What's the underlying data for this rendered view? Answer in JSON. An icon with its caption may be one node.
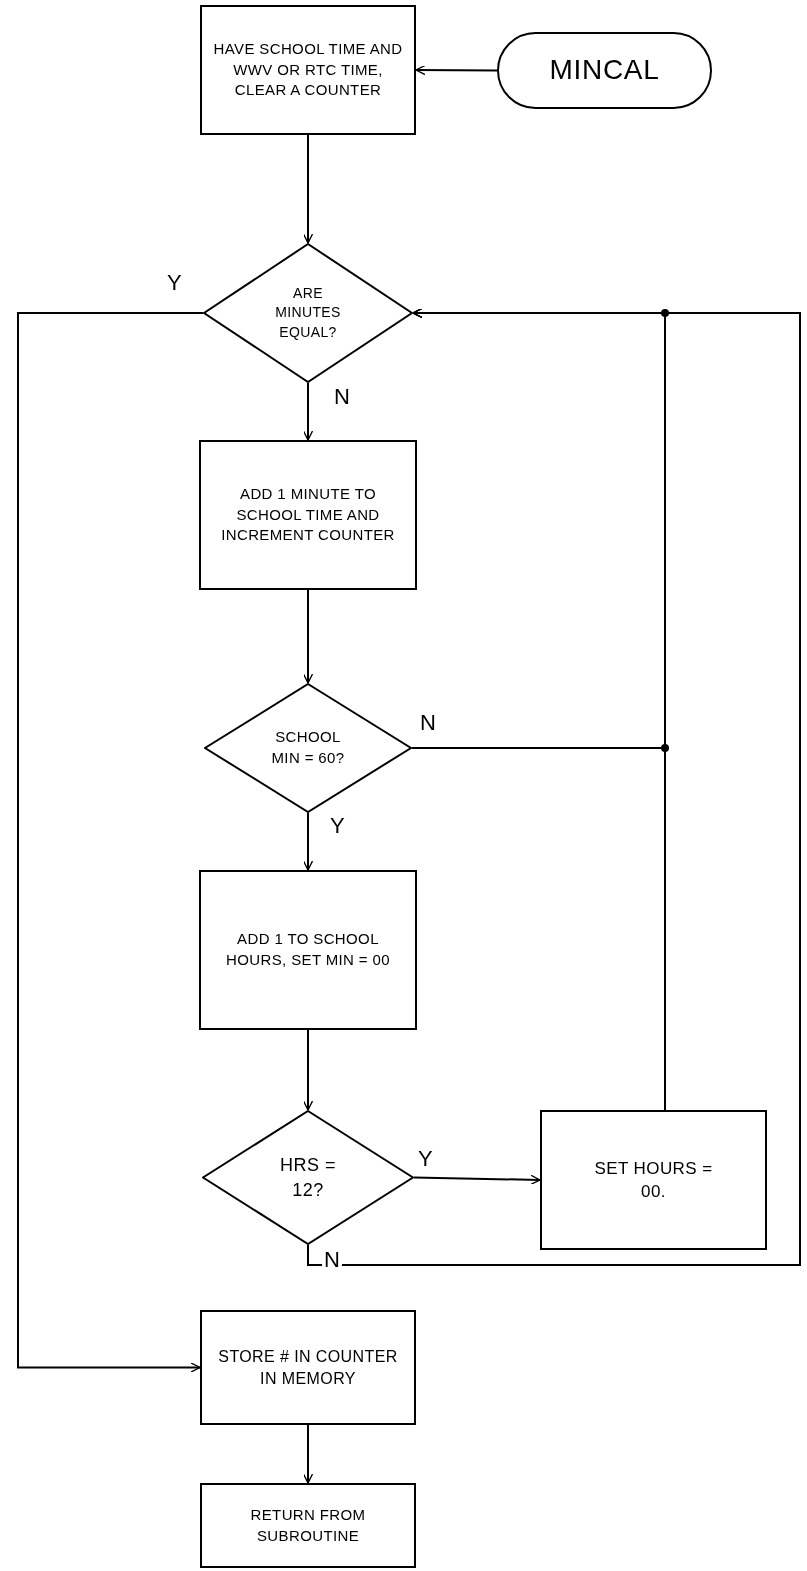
{
  "diagram": {
    "nodes": [
      {
        "text": [
          "HAVE SCHOOL TIME AND WWV OR RTC TIME, CLEAR A COUNTER"
        ]
      },
      {
        "text": [
          "MINCAL"
        ]
      },
      {
        "text": [
          "ARE MINUTES EQUAL?"
        ]
      },
      {
        "text": [
          "ADD 1 MINUTE TO SCHOOL TIME AND INCREMENT COUNTER"
        ]
      },
      {
        "text": [
          "SCHOOL MIN = 60?"
        ]
      },
      {
        "text": [
          "ADD 1 TO SCHOOL HOURS, SET MIN = 00"
        ]
      },
      {
        "text": [
          "HRS = 12?"
        ]
      },
      {
        "text": [
          "SET HOURS = 00."
        ]
      },
      {
        "text": [
          "STORE # IN COUNTER IN MEMORY"
        ]
      },
      {
        "text": [
          "RETURN FROM SUBROUTINE"
        ]
      }
    ],
    "edges": [
      {
        "from": 1,
        "to": 0,
        "arrow": "to"
      },
      {
        "from": 0,
        "to": 2,
        "arrow": "to"
      },
      {
        "from": 2,
        "to": 8,
        "arrow": "to",
        "label": "Y"
      },
      {
        "from": 2,
        "to": 3,
        "arrow": "to",
        "label": "N"
      },
      {
        "from": 3,
        "to": 4,
        "arrow": "to"
      },
      {
        "from": 4,
        "to": 2,
        "arrow": "to",
        "label": "N"
      },
      {
        "from": 4,
        "to": 5,
        "arrow": "to",
        "label": "Y"
      },
      {
        "from": 5,
        "to": 6,
        "arrow": "to"
      },
      {
        "from": 6,
        "to": 7,
        "arrow": "to",
        "label": "Y"
      },
      {
        "from": 7,
        "to": 2,
        "arrow": "to"
      },
      {
        "from": 6,
        "to": 2,
        "arrow": "to",
        "label": "N"
      },
      {
        "from": 8,
        "to": 9,
        "arrow": "to"
      }
    ]
  }
}
